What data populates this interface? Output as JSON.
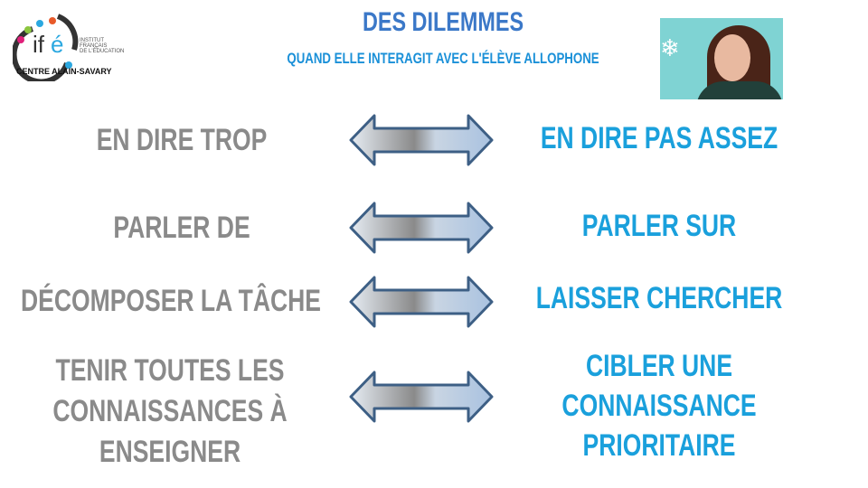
{
  "logo": {
    "brand": "ifé",
    "line1": "INSTITUT",
    "line2": "FRANÇAIS",
    "line3": "DE L'ÉDUCATION",
    "caption": "CENTRE ALAIN-SAVARY"
  },
  "header": {
    "title": "DES DILEMMES",
    "subtitle": "QUAND ELLE INTERAGIT AVEC L'ÉLÈVE ALLOPHONE"
  },
  "rows": [
    {
      "left": [
        "EN DIRE TROP"
      ],
      "right": [
        "EN DIRE PAS ASSEZ"
      ]
    },
    {
      "left": [
        "PARLER DE"
      ],
      "right": [
        "PARLER SUR"
      ]
    },
    {
      "left": [
        "DÉCOMPOSER LA TÂCHE"
      ],
      "right": [
        "LAISSER CHERCHER"
      ]
    },
    {
      "left": [
        "TENIR TOUTES LES",
        "CONNAISSANCES À",
        "ENSEIGNER"
      ],
      "right": [
        "CIBLER UNE",
        "CONNAISSANCE",
        "PRIORITAIRE"
      ]
    }
  ],
  "colors": {
    "left_text": "#8a8a8a",
    "right_text": "#1aa0dc",
    "title": "#3b78c8",
    "arrow_stroke": "#3d5f85"
  }
}
